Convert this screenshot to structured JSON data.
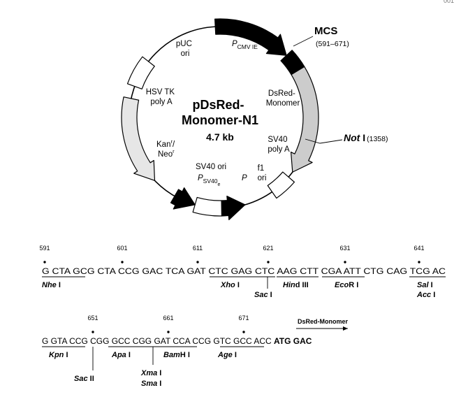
{
  "top_right_fragment": "001",
  "plasmid": {
    "name_line1": "pDsRed-",
    "name_line2": "Monomer-N1",
    "size": "4.7 kb",
    "features": {
      "puc_ori": [
        "pUC",
        "ori"
      ],
      "pcmv": {
        "p": "P",
        "sub": "CMV IE"
      },
      "dsred": [
        "DsRed-",
        "Monomer"
      ],
      "sv40_polya": [
        "SV40",
        "poly A"
      ],
      "f1_ori": [
        "f1",
        "ori"
      ],
      "p_small": "P",
      "sv40_ori_label": "SV40 ori",
      "psv40": {
        "p": "P",
        "sub": "SV40",
        "subsub": "e"
      },
      "kan": {
        "kan": "Kan",
        "r1": "r",
        "slash": "/",
        "neo": "Neo",
        "r2": "r"
      },
      "hsv": [
        "HSV TK",
        "poly A"
      ]
    },
    "mcs": {
      "label": "MCS",
      "range": "(591–671)"
    },
    "noti": {
      "label": "Not",
      "suffix": " I",
      "pos": "(1358)"
    }
  },
  "sequence": {
    "line1": {
      "indices": [
        "591",
        "601",
        "611",
        "621",
        "631",
        "641"
      ],
      "text": "G CTA GCG CTA CCG GAC TCA GAT CTC GAG CTC AAG CTT CGA ATT CTG CAG TCG AC",
      "enzymes": [
        {
          "italic": "Nhe",
          "rest": " I"
        },
        {
          "italic": "Xho",
          "rest": " I"
        },
        {
          "italic": "Sac",
          "rest": " I"
        },
        {
          "italic": "Hin",
          "rest": "d III"
        },
        {
          "italic": "Eco",
          "rest": "R I"
        },
        {
          "italic": "Sal",
          "rest": " I"
        },
        {
          "italic": "Acc",
          "rest": " I"
        }
      ]
    },
    "line2": {
      "indices": [
        "651",
        "661",
        "671"
      ],
      "text_plain": "G GTA CCG CGG GCC CGG GAT CCA CCG GTC GCC ACC ",
      "text_bold": "ATG GAC",
      "dsred_label": "DsRed-Monomer",
      "enzymes": [
        {
          "italic": "Kpn",
          "rest": " I"
        },
        {
          "italic": "Apa",
          "rest": " I"
        },
        {
          "italic": "Bam",
          "rest": "H I"
        },
        {
          "italic": "Age",
          "rest": " I"
        },
        {
          "italic": "Sac",
          "rest": " II"
        },
        {
          "italic": "Xma",
          "rest": " I"
        },
        {
          "italic": "Sma",
          "rest": " I"
        }
      ]
    }
  }
}
